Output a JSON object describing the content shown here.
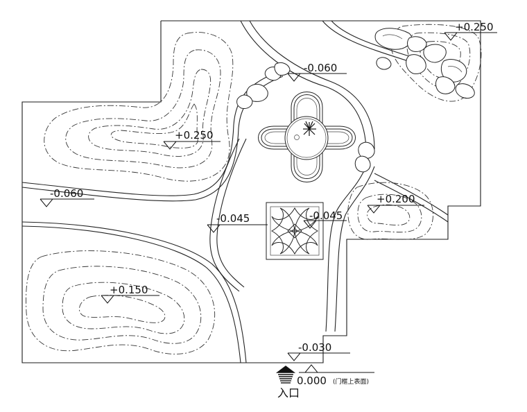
{
  "levels": [
    {
      "label": "+0.250"
    },
    {
      "label": "-0.060"
    },
    {
      "label": "+0.250"
    },
    {
      "label": "-0.060"
    },
    {
      "label": "+0.200"
    },
    {
      "label": "-0.045"
    },
    {
      "label": "-0.045"
    },
    {
      "label": "+0.150"
    },
    {
      "label": "-0.030"
    },
    {
      "label": "0.000"
    }
  ],
  "entrance": {
    "note": "(门框上表面)",
    "label": "入口"
  }
}
